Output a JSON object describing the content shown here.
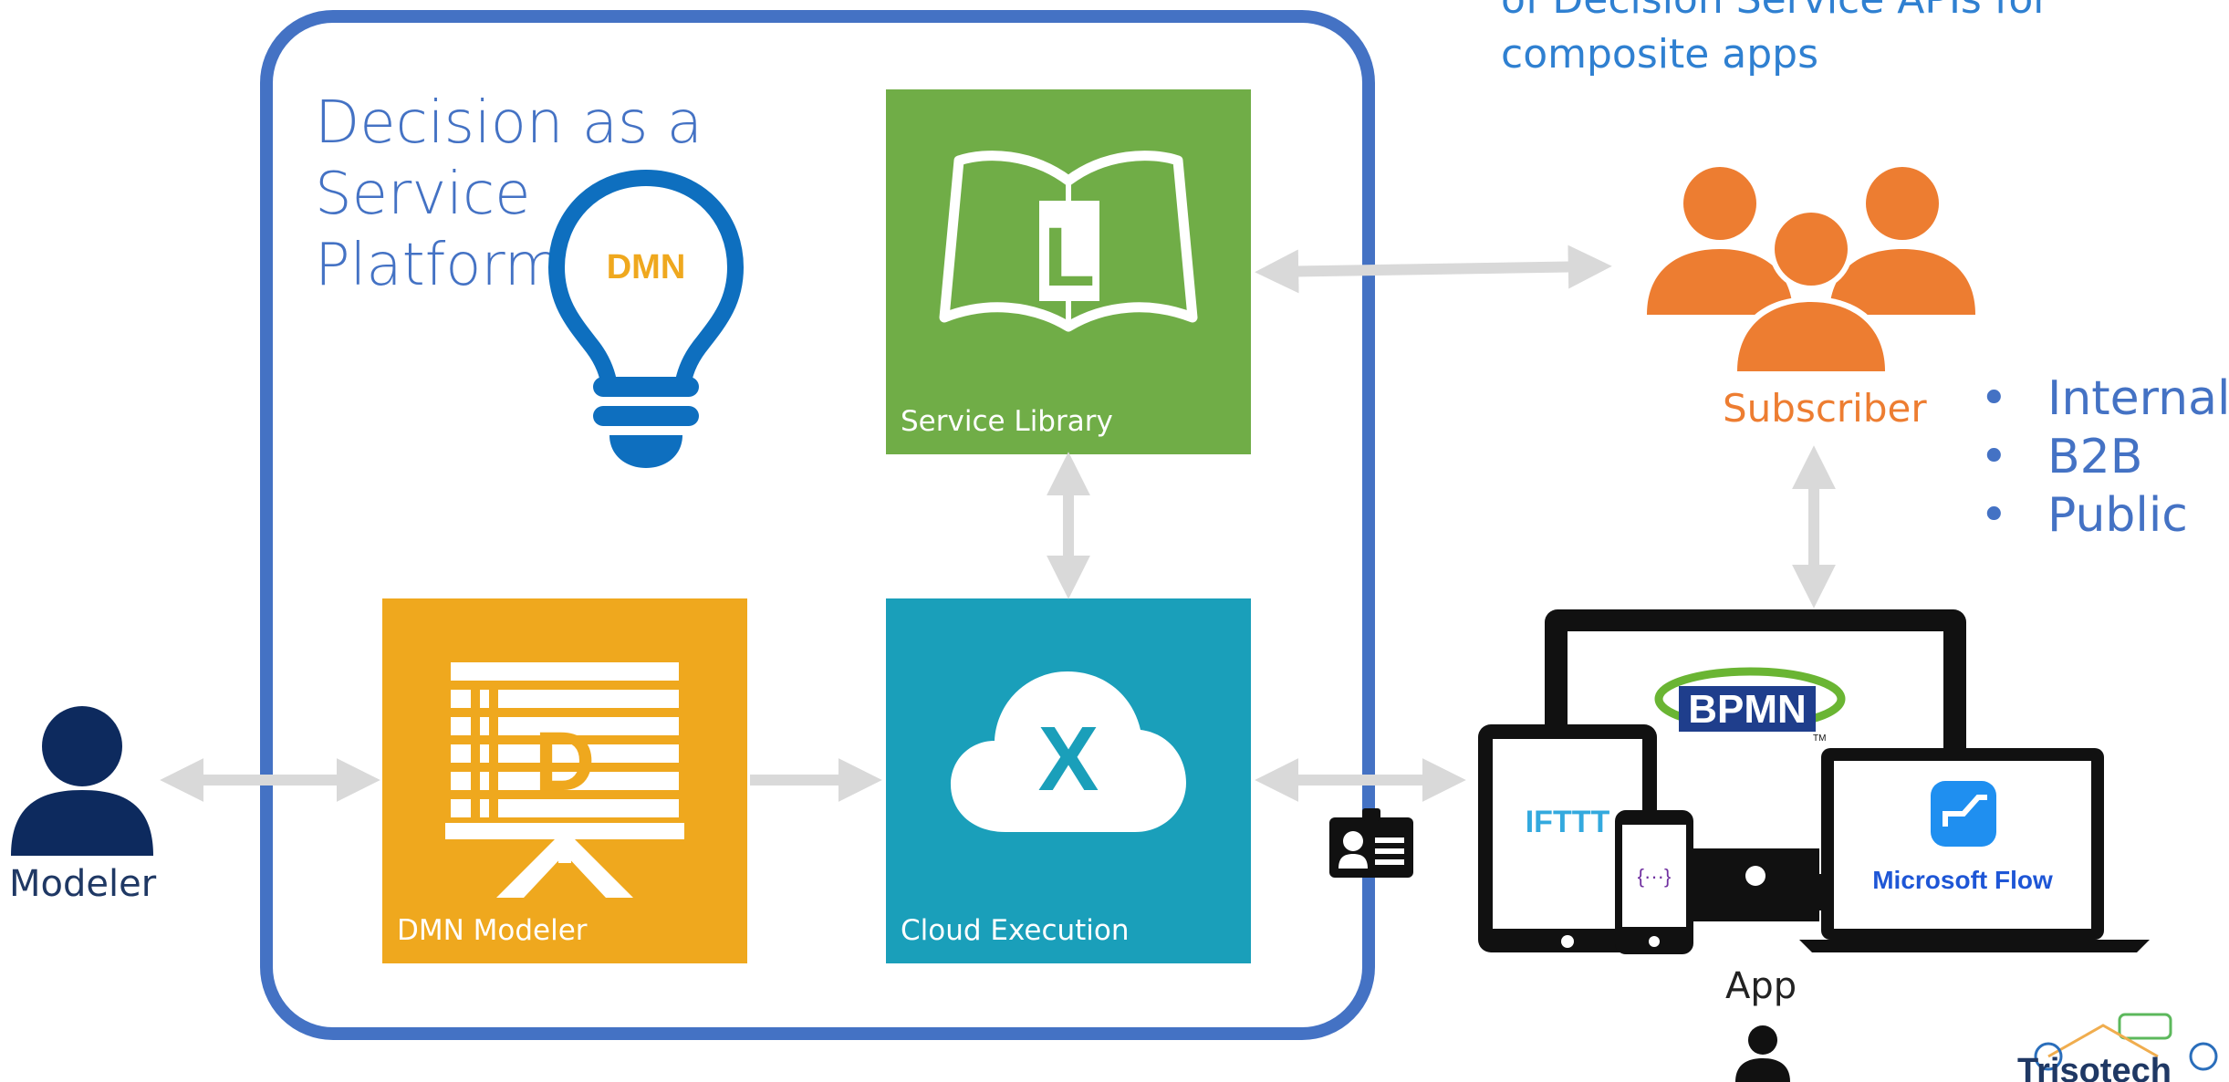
{
  "platform": {
    "title_line1": "Decision as a Service",
    "title_line2": "Platform"
  },
  "bulb": {
    "text": "DMN"
  },
  "tiles": {
    "service_library": {
      "label": "Service Library",
      "glyph": "L"
    },
    "cloud_execution": {
      "label": "Cloud Execution",
      "glyph": "X"
    },
    "dmn_modeler": {
      "label": "DMN Modeler",
      "glyph": "D"
    }
  },
  "top_note": {
    "line1": "of Decision Service APIs for",
    "line2": "composite apps"
  },
  "subscriber": {
    "label": "Subscriber",
    "audiences": [
      "Internal",
      "B2B",
      "Public"
    ],
    "bullet": "•"
  },
  "actors": {
    "modeler": "Modeler",
    "app": "App"
  },
  "devices": {
    "bpmn_logo": "BPMN",
    "trademark": "TM",
    "ifttt_logo": "IFTTT",
    "api_braces": "{···}",
    "microsoft_flow": "Microsoft Flow"
  },
  "footer_logo": {
    "text": "Trisotech"
  },
  "colors": {
    "frame_blue": "#4472C4",
    "library_green": "#70AD47",
    "execution_teal": "#1A9FBA",
    "modeler_amber": "#EFA81E",
    "subscriber_orange": "#ED7D31",
    "actor_navy": "#0D2A5E",
    "arrow_gray": "#D9D9D9"
  }
}
